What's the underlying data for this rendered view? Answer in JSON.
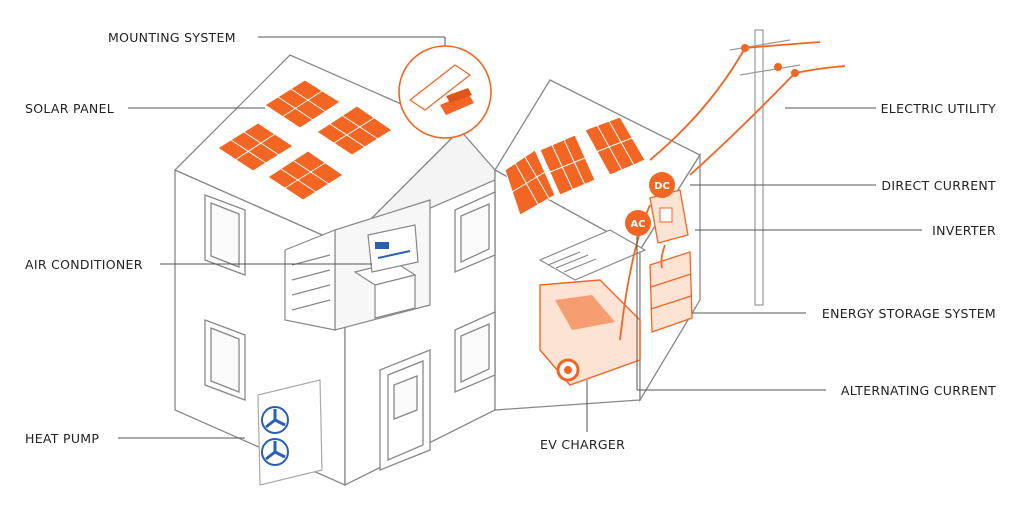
{
  "labels": {
    "mounting_system": "MOUNTING SYSTEM",
    "solar_panel": "SOLAR PANEL",
    "air_conditioner": "AIR CONDITIONER",
    "heat_pump": "HEAT PUMP",
    "ev_charger": "EV CHARGER",
    "electric_utility": "ELECTRIC UTILITY",
    "direct_current": "DIRECT CURRENT",
    "inverter": "INVERTER",
    "energy_storage_system": "ENERGY STORAGE SYSTEM",
    "alternating_current": "ALTERNATING CURRENT"
  },
  "badges": {
    "dc": "DC",
    "ac": "AC"
  },
  "colors": {
    "accent": "#f26522",
    "accent_light": "#fde3d3",
    "line": "#555555",
    "fan_blue": "#2b5fb4"
  }
}
